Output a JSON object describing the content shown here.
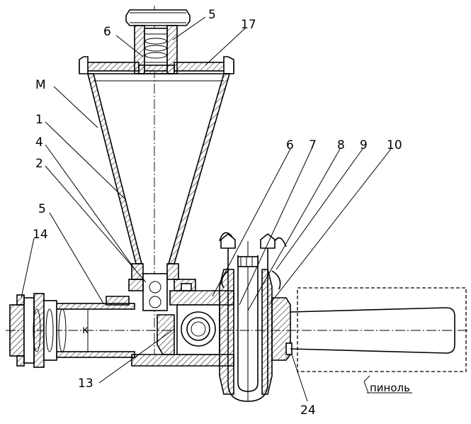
{
  "labels": {
    "n5_top": "5",
    "n6_top": "6",
    "n17": "17",
    "M": "М",
    "n1": "1",
    "n4": "4",
    "n2": "2",
    "n5_left": "5",
    "n14": "14",
    "n13": "13",
    "n6_right": "6",
    "n7": "7",
    "n8": "8",
    "n9": "9",
    "n10": "10",
    "n24": "24",
    "pinol": "пиноль"
  }
}
